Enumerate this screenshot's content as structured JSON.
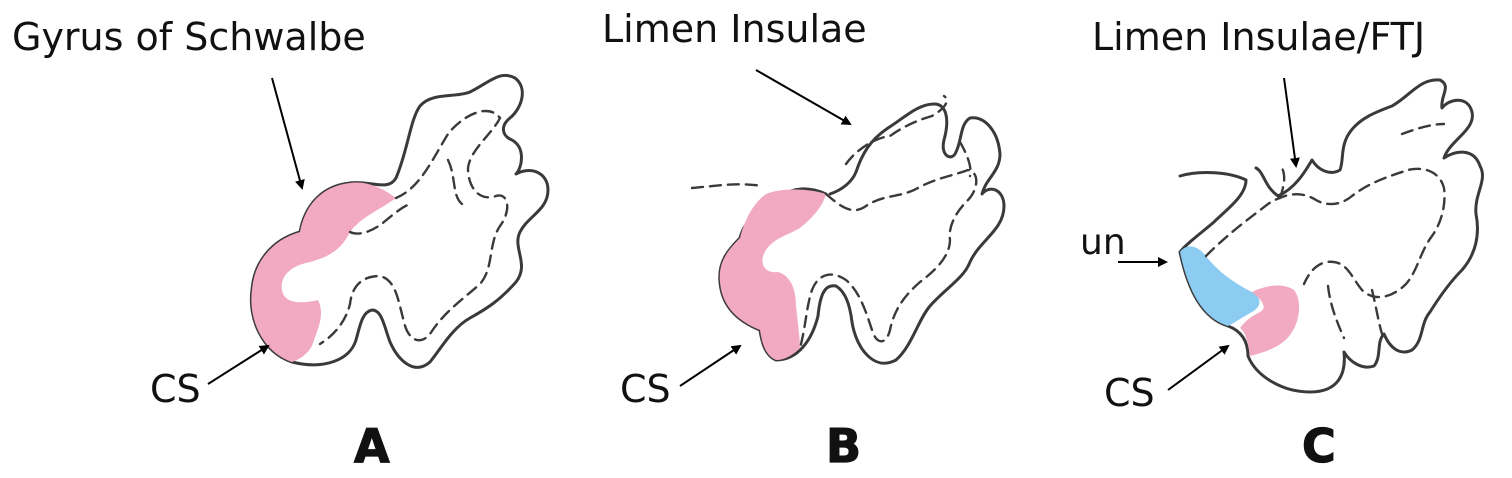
{
  "panels": [
    {
      "id": "A",
      "heading": "Gyrus of Schwalbe",
      "cs_label": "CS",
      "letter": "A"
    },
    {
      "id": "B",
      "heading": "Limen Insulae",
      "cs_label": "CS",
      "letter": "B"
    },
    {
      "id": "C",
      "heading": "Limen Insulae/FTJ",
      "cs_label": "CS",
      "un_label": "un",
      "letter": "C"
    }
  ],
  "colors": {
    "pink_region": "#f2a9c2",
    "blue_region": "#8cccf2",
    "outline": "#3a3a3a",
    "text": "#111111"
  }
}
